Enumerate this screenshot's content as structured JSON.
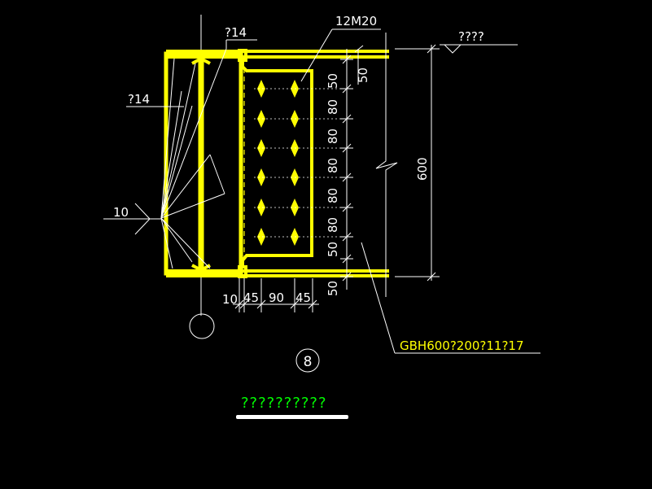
{
  "colors": {
    "background": "#000000",
    "steel": "#ffff00",
    "line": "#ffffff",
    "title": "#00ff00"
  },
  "labels": {
    "bolts": "12M20",
    "weld_top": "?14",
    "weld_left": "?14",
    "weld_size": "10",
    "elevation": "????",
    "section": "GBH600?200?11?17",
    "detail_number": "8",
    "title": "??????????"
  },
  "dims_vertical": [
    "50",
    "80",
    "80",
    "80",
    "80",
    "80",
    "50",
    "50"
  ],
  "dims_side": {
    "top_50": "50",
    "total_600": "600"
  },
  "dims_horizontal": [
    "10",
    "45",
    "90",
    "45"
  ]
}
